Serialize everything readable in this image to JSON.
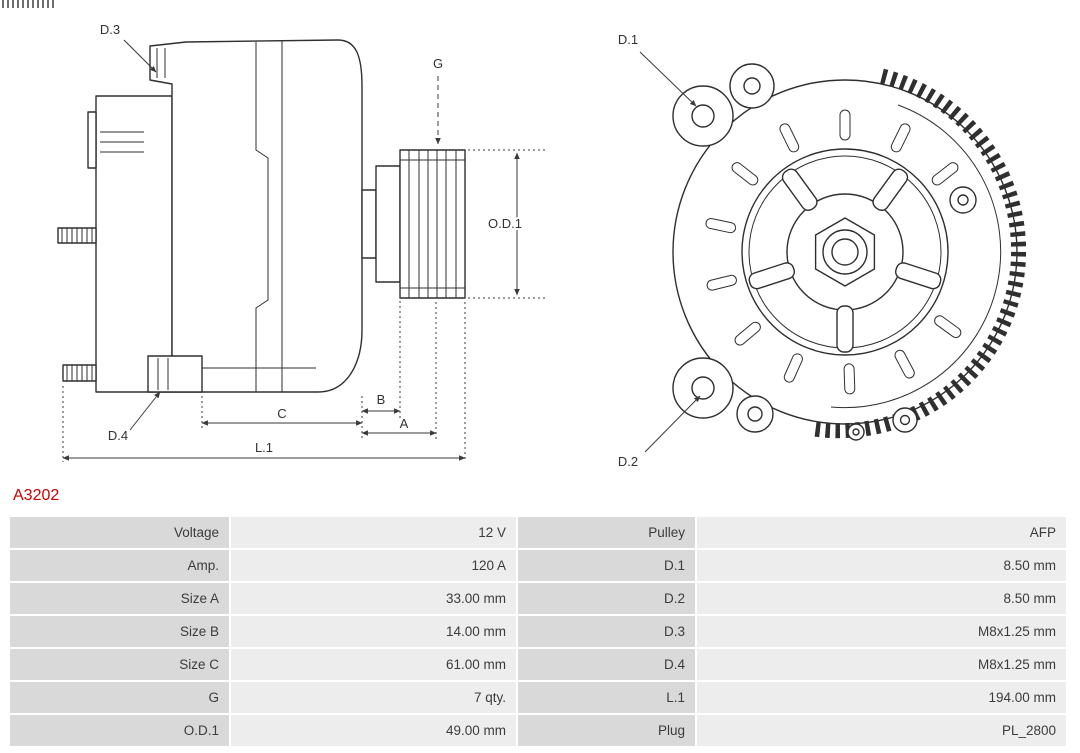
{
  "page": {
    "part_number": "A3202",
    "accent_color": "#cc0000",
    "table_label_bg": "#d9d9d9",
    "table_value_bg": "#ededed"
  },
  "diagram": {
    "side_view": {
      "labels": {
        "d3": "D.3",
        "g": "G",
        "od1": "O.D.1",
        "d4": "D.4",
        "c": "C",
        "b": "B",
        "a": "A",
        "l1": "L.1"
      }
    },
    "rear_view": {
      "labels": {
        "d1": "D.1",
        "d2": "D.2"
      }
    }
  },
  "spec_table": {
    "rows": [
      {
        "left_label": "Voltage",
        "left_value": "12 V",
        "right_label": "Pulley",
        "right_value": "AFP"
      },
      {
        "left_label": "Amp.",
        "left_value": "120 A",
        "right_label": "D.1",
        "right_value": "8.50 mm"
      },
      {
        "left_label": "Size A",
        "left_value": "33.00 mm",
        "right_label": "D.2",
        "right_value": "8.50 mm"
      },
      {
        "left_label": "Size B",
        "left_value": "14.00 mm",
        "right_label": "D.3",
        "right_value": "M8x1.25 mm"
      },
      {
        "left_label": "Size C",
        "left_value": "61.00 mm",
        "right_label": "D.4",
        "right_value": "M8x1.25 mm"
      },
      {
        "left_label": "G",
        "left_value": "7 qty.",
        "right_label": "L.1",
        "right_value": "194.00 mm"
      },
      {
        "left_label": "O.D.1",
        "left_value": "49.00 mm",
        "right_label": "Plug",
        "right_value": "PL_2800"
      }
    ]
  }
}
